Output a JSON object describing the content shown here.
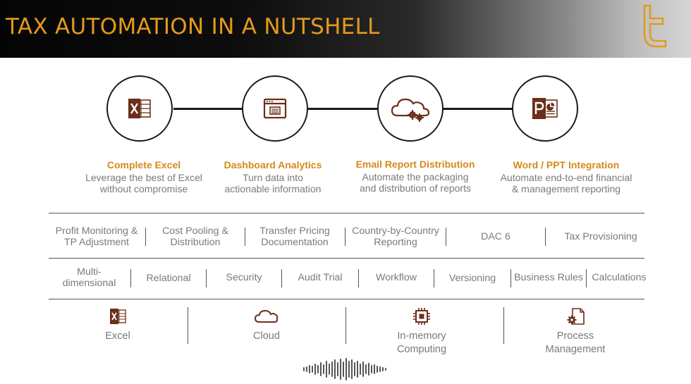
{
  "header": {
    "title": "TAX AUTOMATION IN A NUTSHELL",
    "logo_icon": "t-logo-icon"
  },
  "colors": {
    "accent": "#e39a1c",
    "feature_title": "#d48a19",
    "icon_brown": "#6b2f1a",
    "text_gray": "#7a7a7a",
    "line_dark": "#1a1a1a"
  },
  "features": [
    {
      "icon": "excel-icon",
      "title": "Complete Excel",
      "desc": "Leverage the best of Excel\nwithout compromise"
    },
    {
      "icon": "dashboard-window-icon",
      "title": "Dashboard Analytics",
      "desc": "Turn data into\nactionable information"
    },
    {
      "icon": "cloud-gears-icon",
      "title": "Email Report Distribution",
      "desc": "Automate the packaging\nand distribution of reports"
    },
    {
      "icon": "powerpoint-icon",
      "title": "Word / PPT Integration",
      "desc": "Automate end-to-end financial\n& management reporting"
    }
  ],
  "row1": [
    "Profit Monitoring &\nTP Adjustment",
    "Cost Pooling &\nDistribution",
    "Transfer Pricing\nDocumentation",
    "Country-by-Country\nReporting",
    "DAC 6",
    "Tax Provisioning"
  ],
  "row2": [
    "Multi-\ndimensional",
    "Relational",
    "Security",
    "Audit Trial",
    "Workflow",
    "Versioning",
    "Business Rules",
    "Calculations"
  ],
  "bottom": [
    {
      "icon": "excel-small-icon",
      "label": "Excel"
    },
    {
      "icon": "cloud-icon",
      "label": "Cloud"
    },
    {
      "icon": "chip-icon",
      "label": "In-memory\nComputing"
    },
    {
      "icon": "process-document-icon",
      "label": "Process\nManagement"
    }
  ],
  "audio_icon": "audio-waveform-icon"
}
